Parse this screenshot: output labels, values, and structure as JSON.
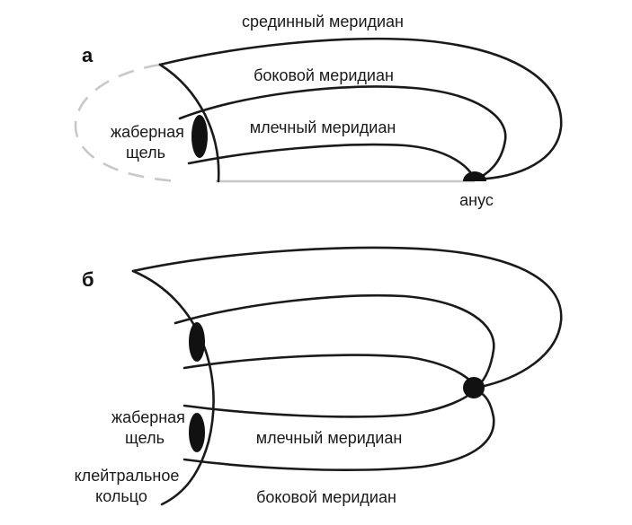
{
  "panel_a": {
    "letter": "а",
    "midline_label": "срединный меридиан",
    "lateral_label": "боковой меридиан",
    "mammary_label": "млечный меридиан",
    "gill_label_line1": "жаберная",
    "gill_label_line2": "щель",
    "anus_label": "анус"
  },
  "panel_b": {
    "letter": "б",
    "gill_label_line1": "жаберная",
    "gill_label_line2": "щель",
    "mammary_label": "млечный меридиан",
    "cleithral_label_line1": "клейтральное",
    "cleithral_label_line2": "кольцо",
    "lateral_label": "боковой меридиан"
  },
  "colors": {
    "line": "#1a1a1a",
    "faint": "#c8c8c8"
  }
}
